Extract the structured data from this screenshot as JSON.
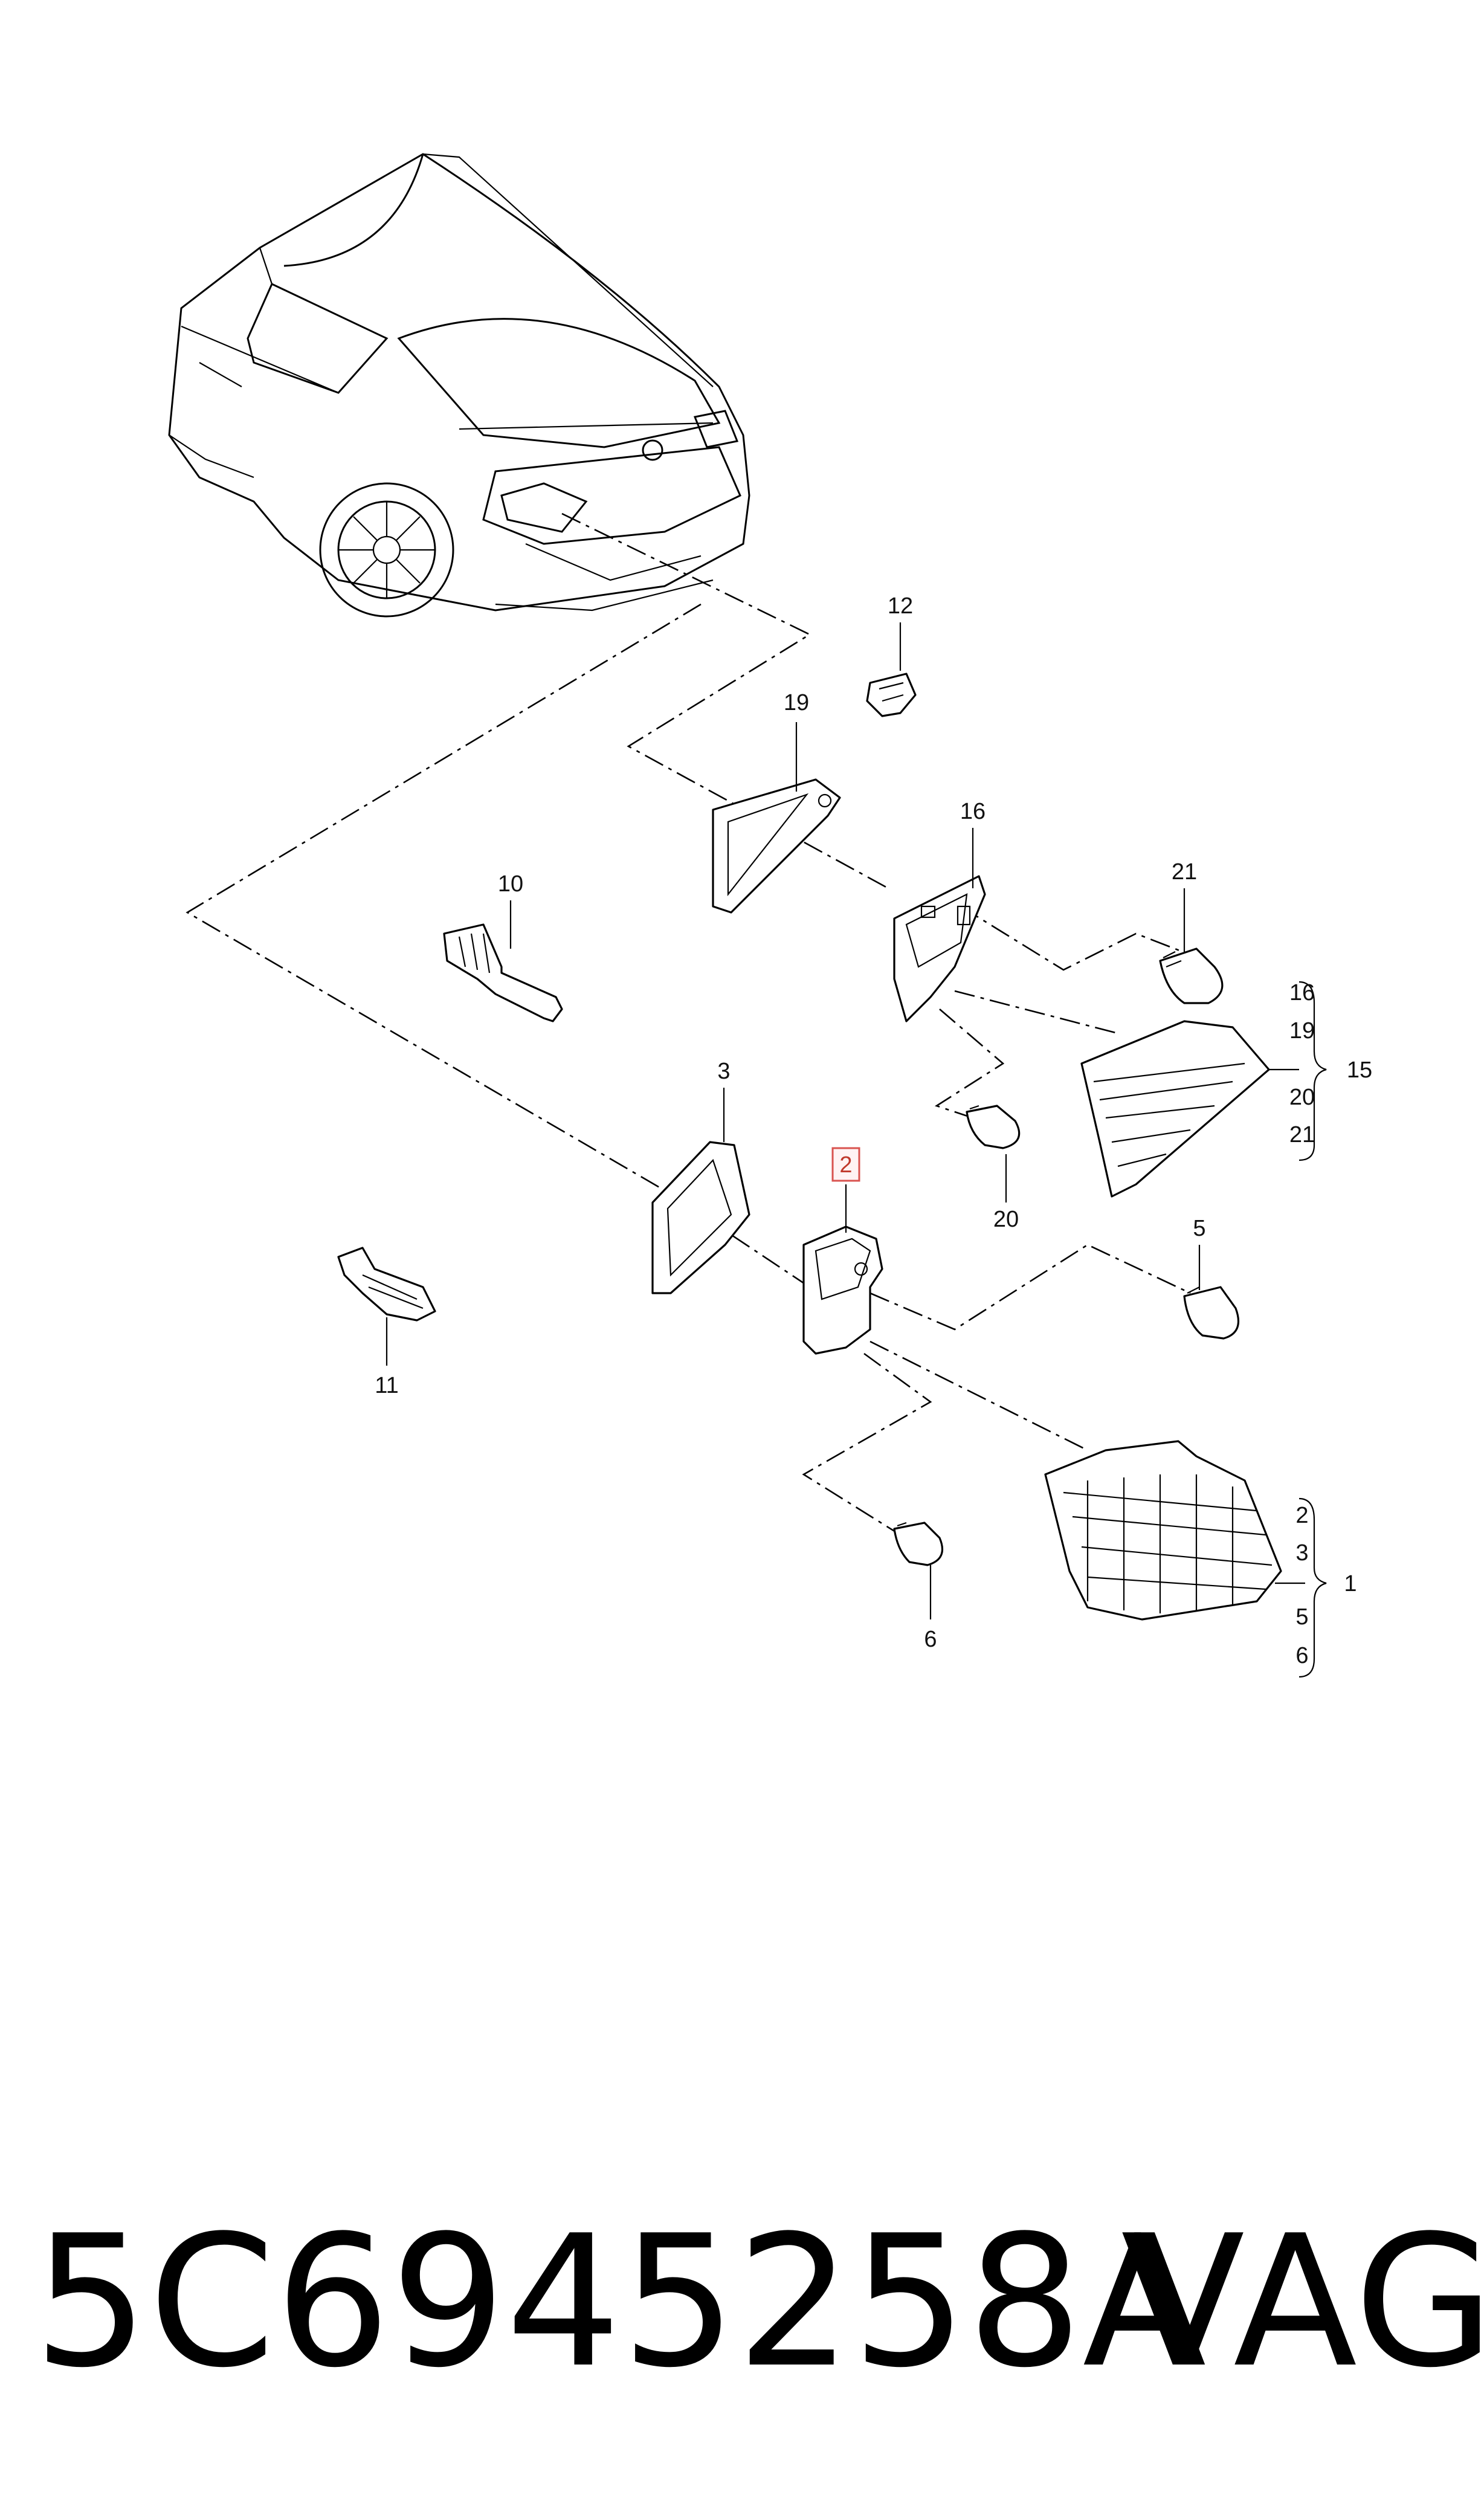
{
  "callouts": {
    "c1": "1",
    "c2": "2",
    "c3": "3",
    "c5": "5",
    "c6": "6",
    "c10": "10",
    "c11": "11",
    "c12": "12",
    "c15": "15",
    "c16": "16",
    "c19": "19",
    "c20": "20",
    "c21": "21"
  },
  "group_15": [
    "16",
    "19",
    "20",
    "21"
  ],
  "group_1": [
    "2",
    "3",
    "5",
    "6"
  ],
  "highlighted_callout": "2",
  "highlight_color": "#d9534f",
  "footer": {
    "part_number": "5C6945258A",
    "brand": "VAG"
  }
}
